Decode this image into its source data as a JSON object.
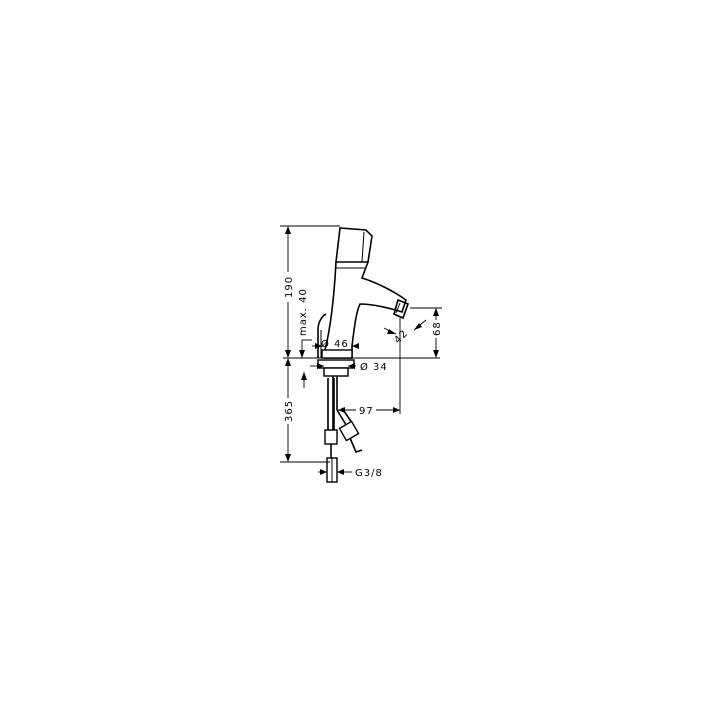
{
  "drawing": {
    "dimensions": {
      "height_total": "190",
      "max_height": "max. 40",
      "top_diameter": "Ø 46",
      "shank_diameter": "Ø 34",
      "outlet_angle": "42",
      "outlet_height": "68",
      "below_deck": "365",
      "reach": "97",
      "thread": "G3/8"
    }
  }
}
